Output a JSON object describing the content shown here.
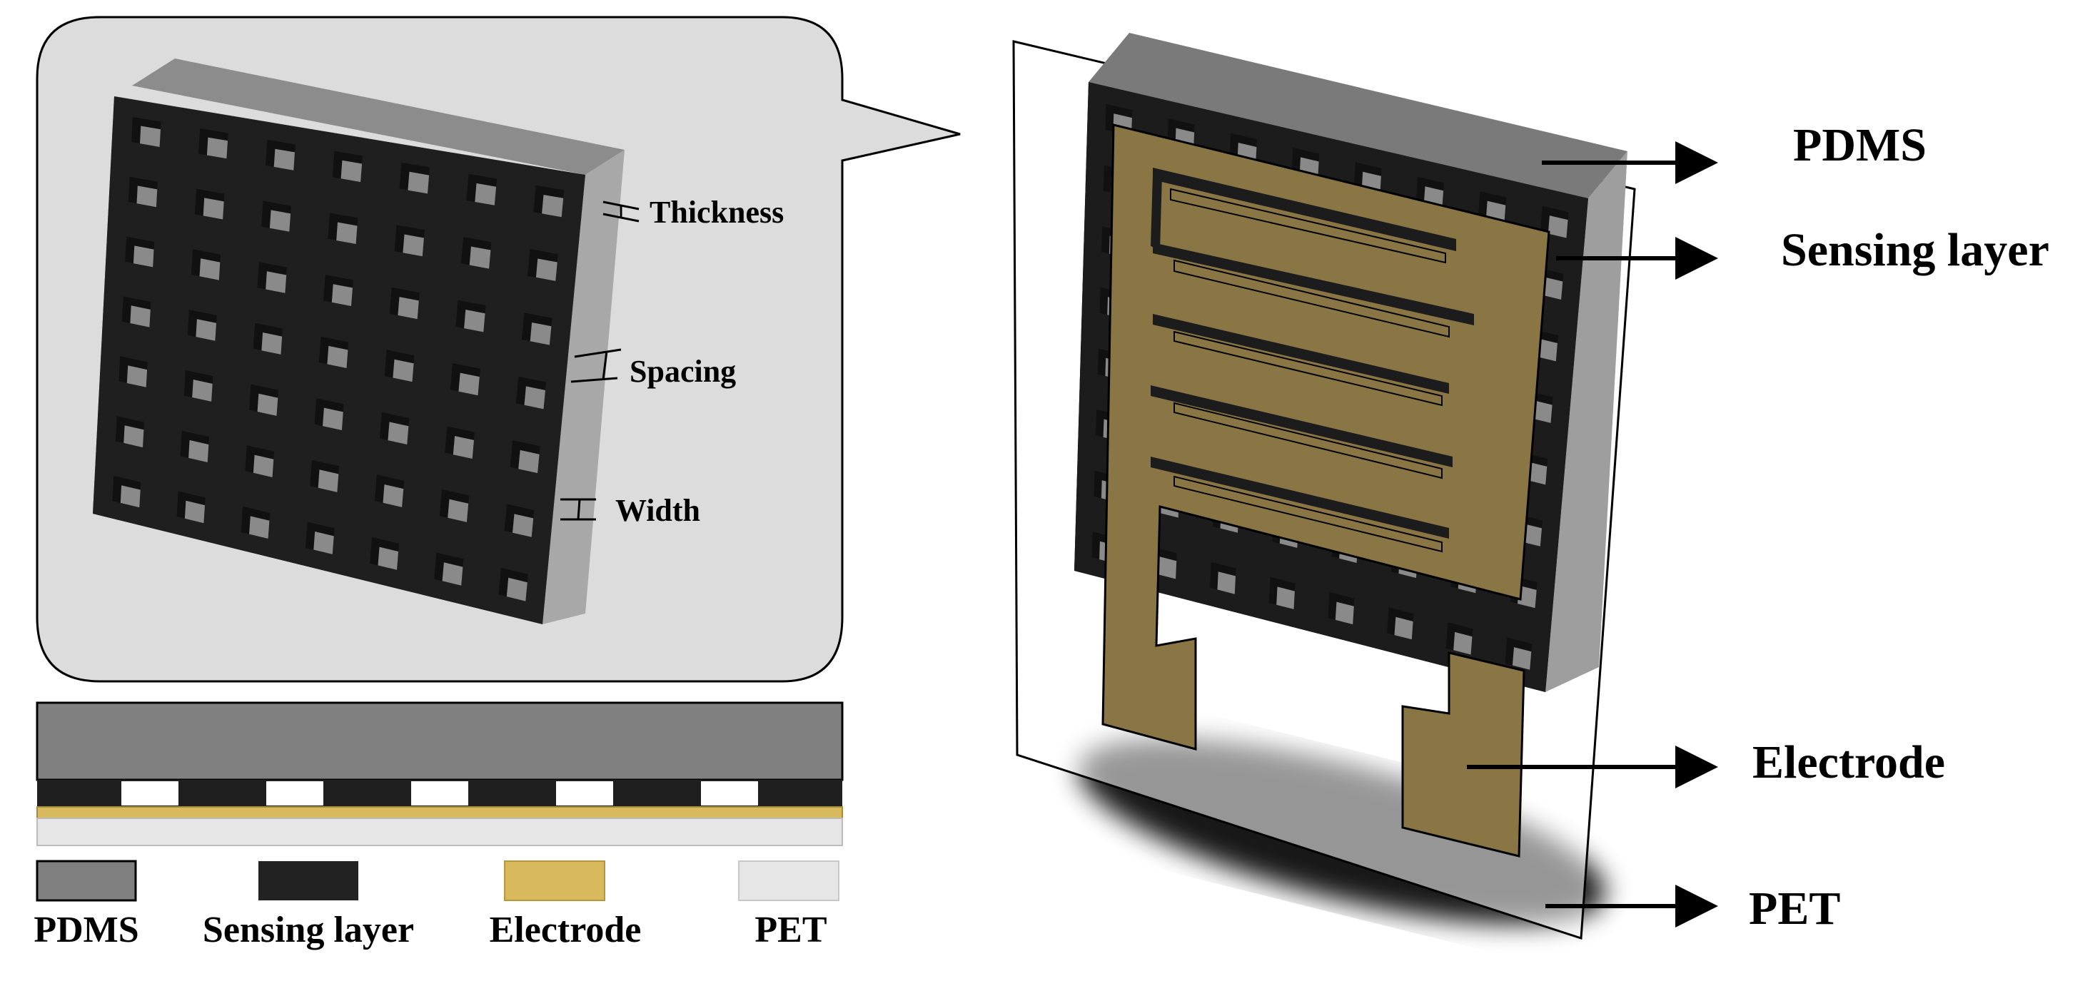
{
  "zoom_labels": {
    "thickness": "Thickness",
    "spacing": "Spacing",
    "width": "Width"
  },
  "callout_labels": {
    "pdms": "PDMS",
    "sensing": "Sensing layer",
    "electrode": "Electrode",
    "pet": "PET"
  },
  "legend": [
    {
      "label": "PDMS",
      "color": "#808080"
    },
    {
      "label": "Sensing layer",
      "color": "#222222"
    },
    {
      "label": "Electrode",
      "color": "#d9b95e"
    },
    {
      "label": "PET",
      "color": "#e6e6e6"
    }
  ],
  "colors": {
    "pdms": "#808080",
    "pdms_side": "#a6a6a6",
    "sensing": "#1f1f1f",
    "electrode": "#8a7545",
    "electrode_legend": "#d9b95e",
    "pet": "#e6e6e6",
    "bubble": "#dcdcdc"
  }
}
